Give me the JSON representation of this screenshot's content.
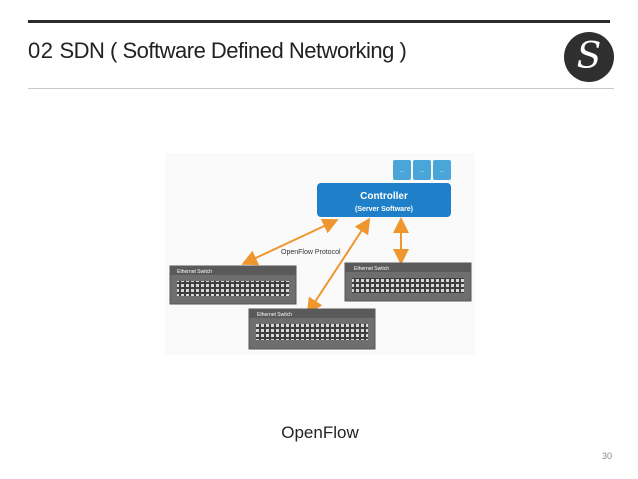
{
  "slide": {
    "section_number": "02",
    "title": "SDN ( Software Defined Networking )",
    "caption": "OpenFlow",
    "page_number": "30"
  },
  "logo": {
    "letter": "S",
    "icon": "s-logo-icon"
  },
  "diagram": {
    "controller_title": "Controller",
    "controller_subtitle": "(Server Software)",
    "app_boxes": [
      "...",
      "...",
      "..."
    ],
    "protocol_label": "OpenFlow Protocol",
    "switches": [
      "Ethernet Switch",
      "Ethernet Switch",
      "Ethernet Switch"
    ]
  },
  "colors": {
    "controller_blue": "#1f7fc8",
    "app_box_blue": "#4aa6d8",
    "arrow_orange": "#f0962e",
    "switch_gray": "#6e6e6e",
    "title_text": "#222222"
  }
}
